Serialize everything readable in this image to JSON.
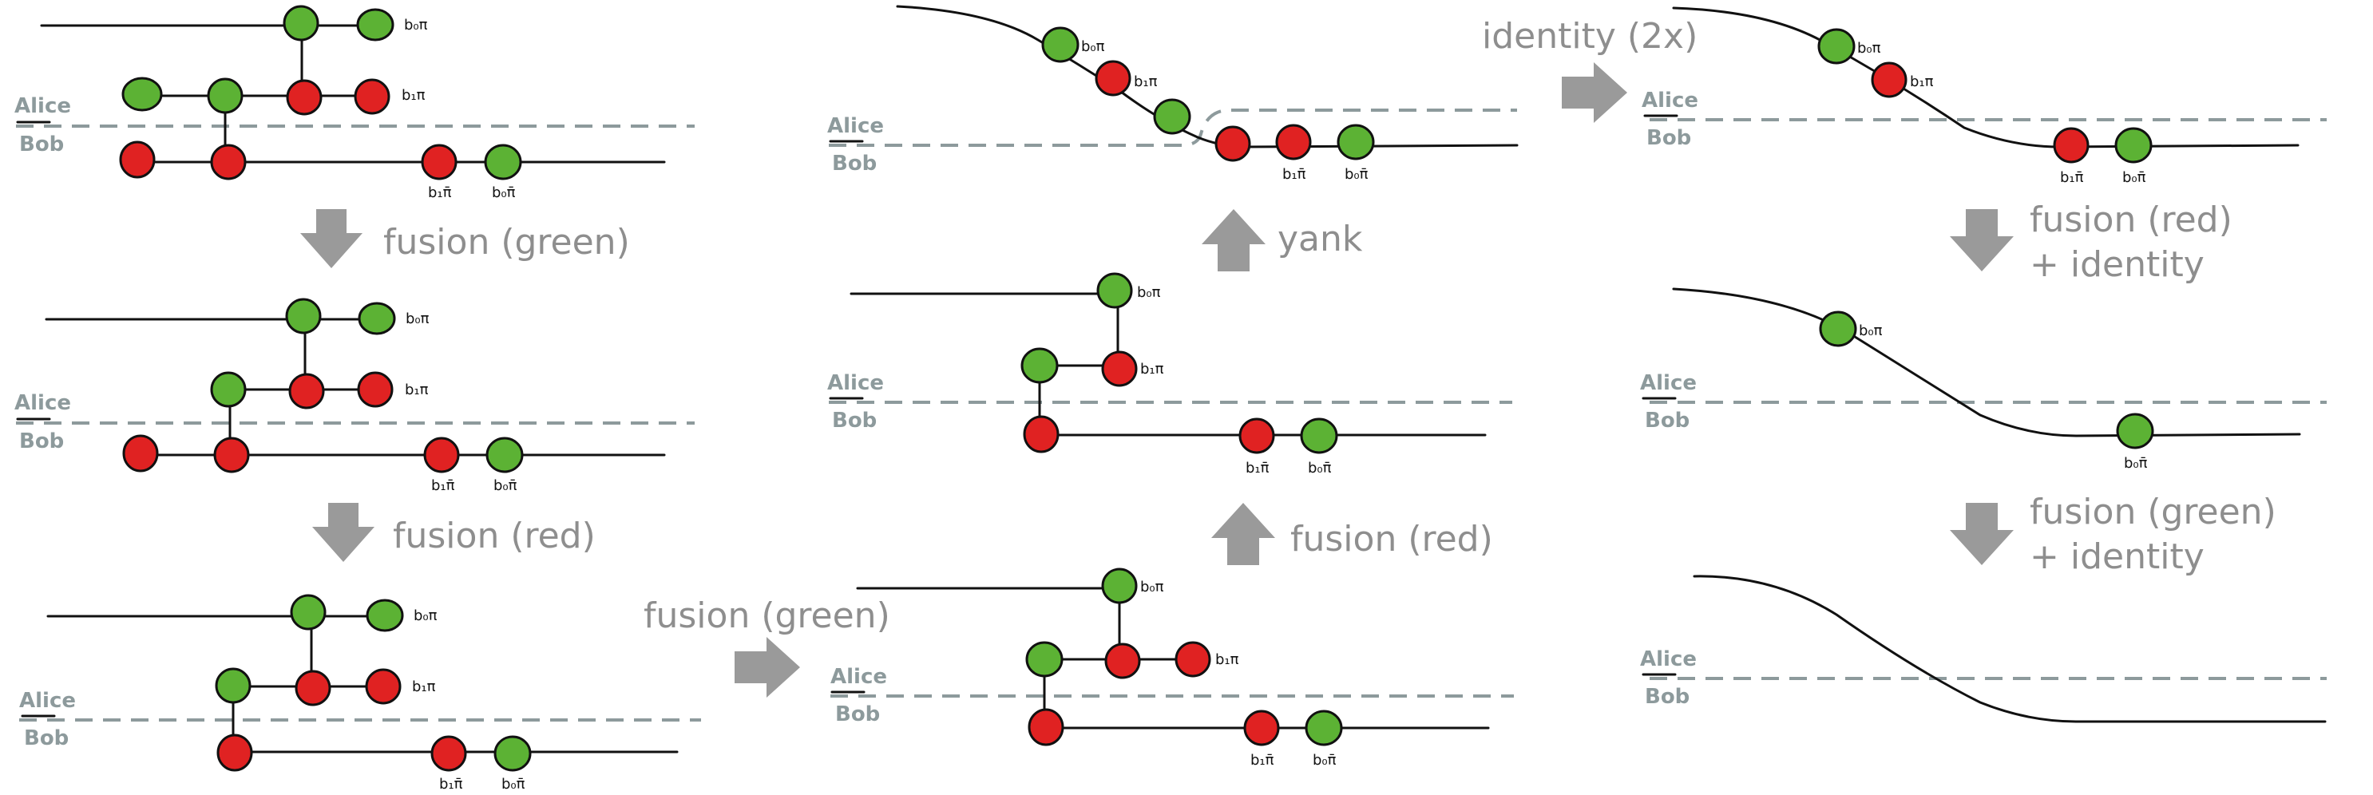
{
  "colors": {
    "green_spider": "#5cb234",
    "red_spider": "#e02222",
    "wire": "#111111",
    "divider": "#8d9a9c",
    "arrow": "#9a9a9a",
    "step_text": "#8e8e8e"
  },
  "parties": {
    "top": "Alice",
    "bottom": "Bob"
  },
  "phase_labels": {
    "b0_pi": "b₀π",
    "b1_pi": "b₁π",
    "b1_pi_bar": "b₁π̄",
    "b0_pi_bar": "b₀π̄"
  },
  "steps": {
    "s1": "fusion (green)",
    "s2": "fusion (red)",
    "s3": "fusion (green)",
    "s4": "fusion (red)",
    "s5": "yank",
    "s6": "identity (2x)",
    "s7_line1": "fusion (red)",
    "s7_line2": "+ identity",
    "s8_line1": "fusion (green)",
    "s8_line2": "+ identity"
  }
}
